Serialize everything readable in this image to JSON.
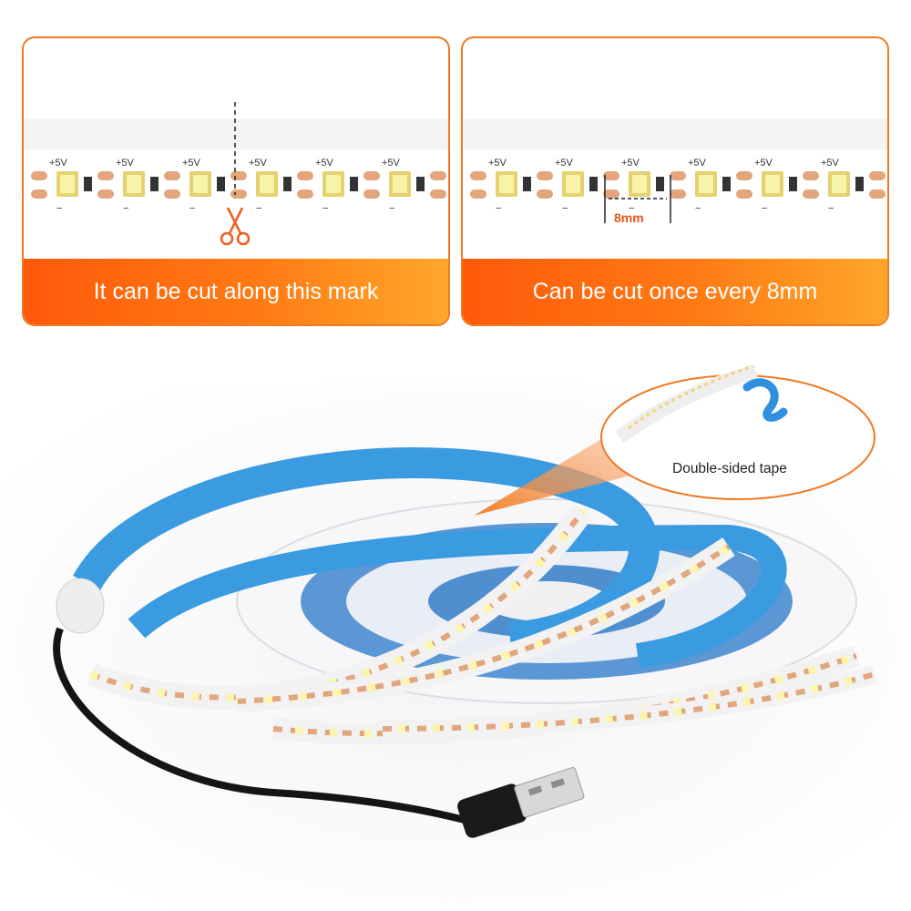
{
  "panels": [
    {
      "caption": "It can be cut along this mark",
      "icon": "scissors-icon"
    },
    {
      "caption": "Can be cut once every 8mm",
      "dimension": "8mm"
    }
  ],
  "strip": {
    "voltage_marking": "+5V",
    "minus_marking": "−"
  },
  "callout": {
    "label": "Double-sided tape"
  },
  "colors": {
    "accent": "#f07a22",
    "tape": "#3a9be0",
    "pad": "#e2a57c",
    "led": "#f7f3a8"
  }
}
